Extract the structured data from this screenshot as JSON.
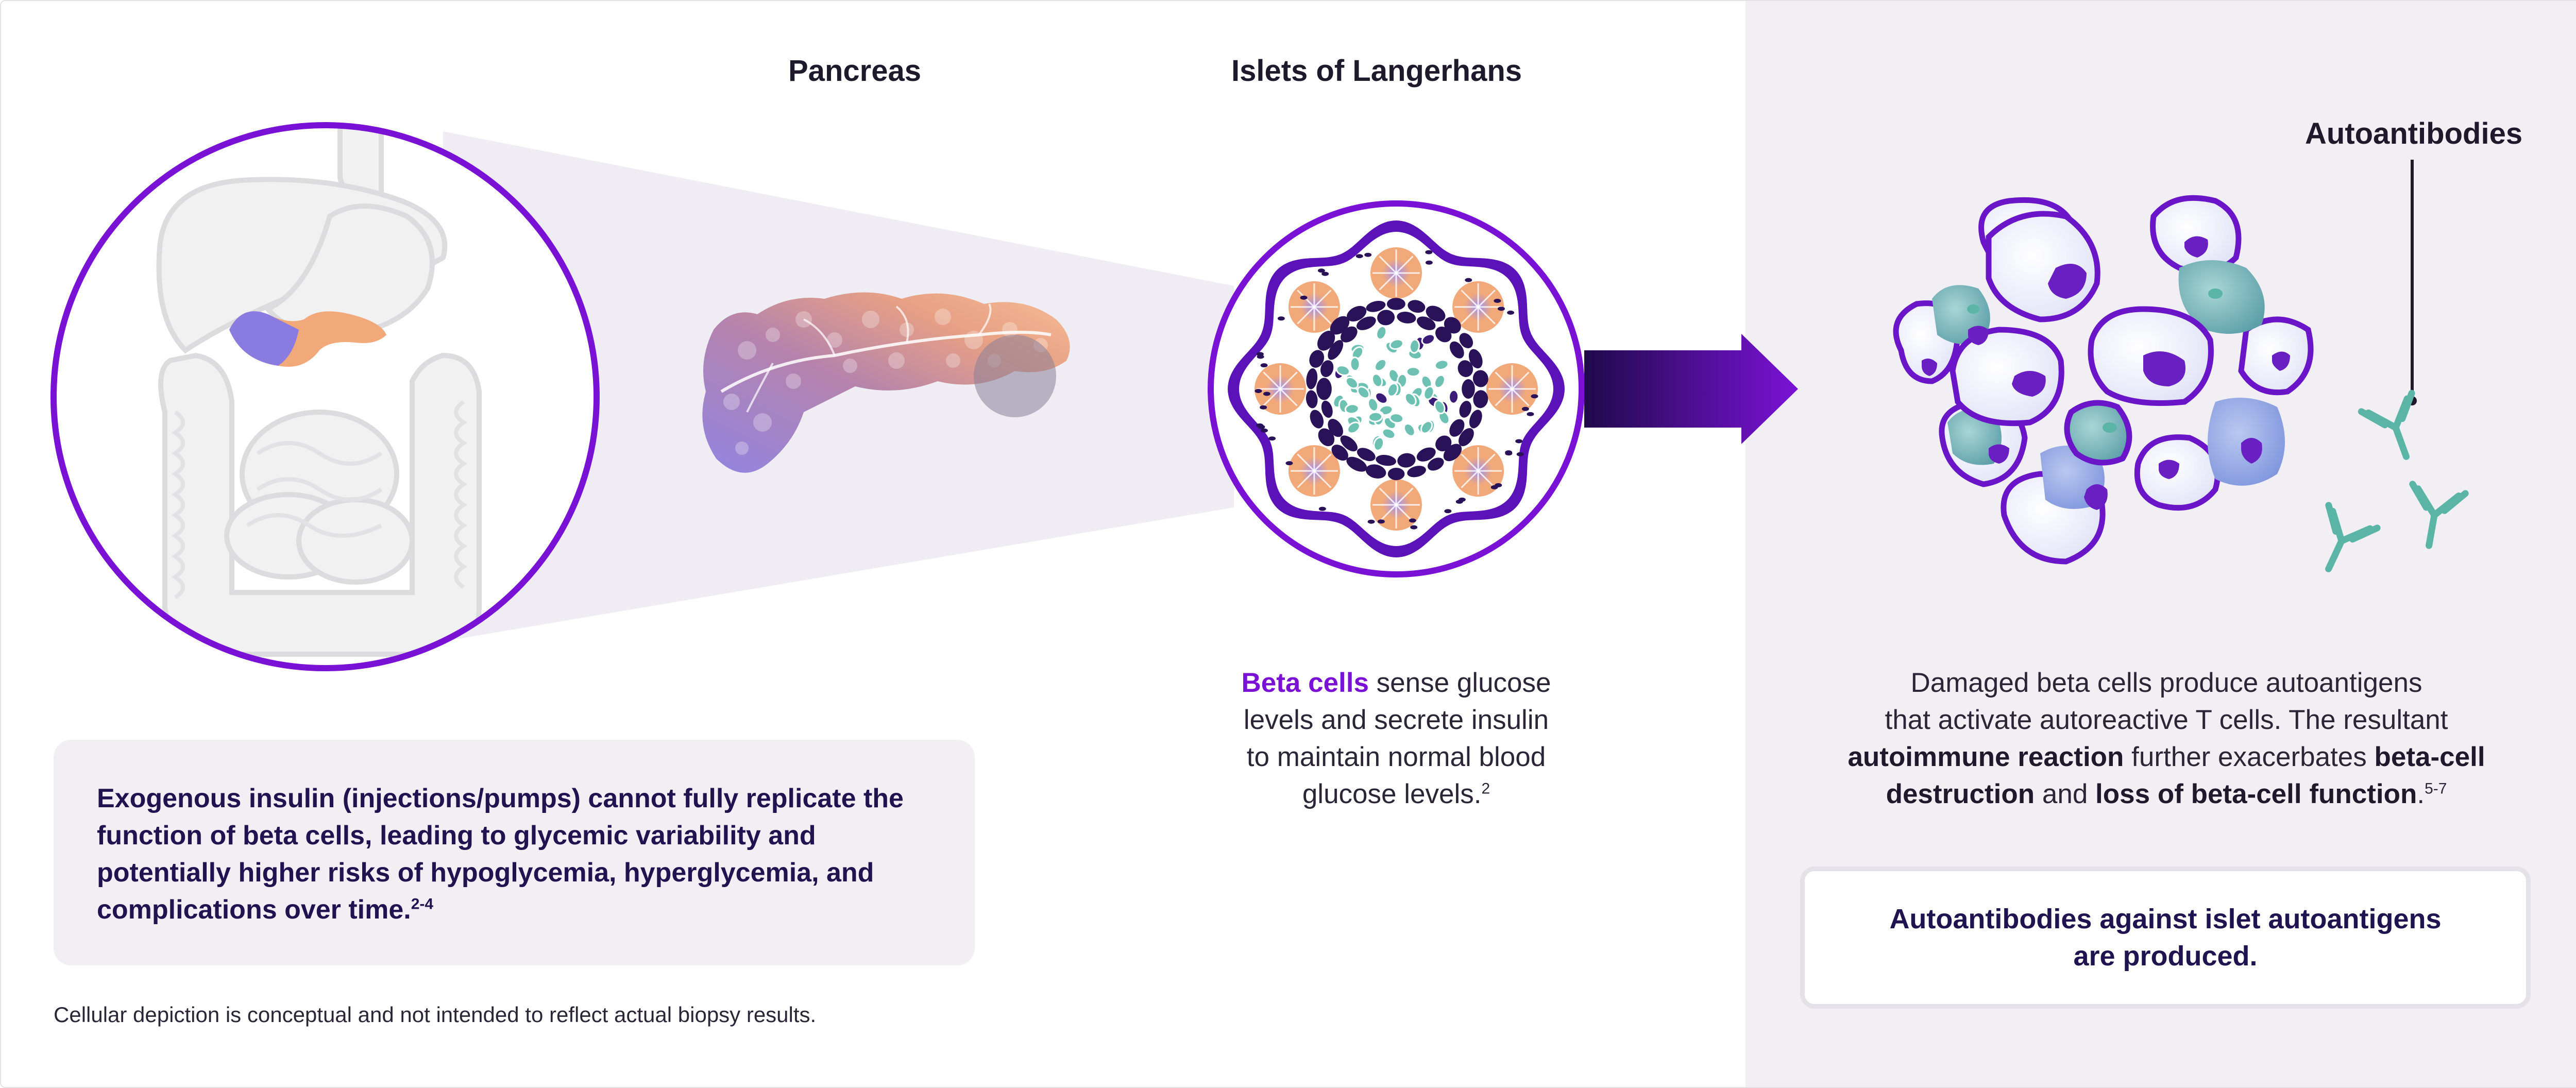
{
  "labels": {
    "pancreas": "Pancreas",
    "islets": "Islets of Langerhans",
    "autoantibodies": "Autoantibodies"
  },
  "beta_text": {
    "highlight": "Beta cells",
    "line1_rest": " sense glucose",
    "line2": "levels and secrete insulin",
    "line3": "to maintain normal blood",
    "line4": "glucose levels.",
    "ref": "2"
  },
  "damage_text": {
    "line1": "Damaged beta cells produce autoantigens",
    "line2": "that activate autoreactive T cells. The resultant",
    "bold1": "autoimmune reaction",
    "mid1": " further exacerbates ",
    "bold2": "beta-cell",
    "bold3": "destruction",
    "mid2": " and ",
    "bold4": "loss of beta-cell function",
    "end": ".",
    "ref": "5-7"
  },
  "note": {
    "text": "Exogenous insulin (injections/pumps) cannot fully replicate the function of beta cells, leading to glycemic variability and potentially higher risks of hypoglycemia, hyperglycemia, and complications over time.",
    "ref": "2-4"
  },
  "callout": {
    "text": "Autoantibodies against islet autoantigens are produced."
  },
  "disclaimer": "Cellular depiction is conceptual and not intended to reflect actual biopsy results.",
  "colors": {
    "accent_purple": "#7a12d6",
    "dark_navy": "#1f1350",
    "panel_bg": "#f1eff4",
    "teal": "#5bb5a6",
    "peach": "#f2a97a"
  },
  "icons": [
    "body-organs-icon",
    "pancreas-icon",
    "islet-icon",
    "arrow-right-icon",
    "damaged-cells-icon",
    "antibody-icon"
  ]
}
